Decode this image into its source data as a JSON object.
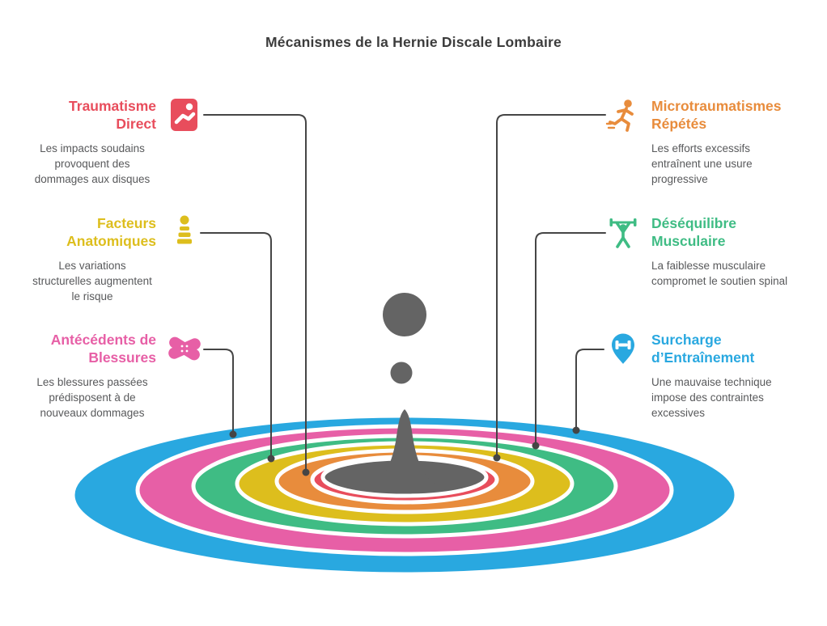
{
  "title": "Mécanismes de la Hernie Discale Lombaire",
  "items": [
    {
      "heading": "Traumatisme Direct",
      "description": "Les impacts soudains provoquent des dommages aux disques",
      "color": "#e84d5c",
      "icon": "falling-person-icon"
    },
    {
      "heading": "Facteurs Anatomiques",
      "description": "Les variations structurelles augmentent le risque",
      "color": "#ddbe1d",
      "icon": "spine-icon"
    },
    {
      "heading": "Antécédents de Blessures",
      "description": "Les blessures passées prédisposent à de nouveaux dommages",
      "color": "#e75fa6",
      "icon": "bandage-icon"
    },
    {
      "heading": "Microtraumatismes Répétés",
      "description": "Les efforts excessifs entraînent une usure progressive",
      "color": "#e88c3c",
      "icon": "running-person-icon"
    },
    {
      "heading": "Déséquilibre Musculaire",
      "description": "La faiblesse musculaire compromet le soutien spinal",
      "color": "#3fbc84",
      "icon": "weightlifter-icon"
    },
    {
      "heading": "Surcharge d’Entraînement",
      "description": "Une mauvaise technique impose des contraintes excessives",
      "color": "#29a8e0",
      "icon": "training-pin-icon"
    }
  ],
  "splash": {
    "droplet_color": "#646464",
    "connector_color": "#454545",
    "rings": [
      {
        "name": "ring-outer-blue",
        "color": "#29a8e0"
      },
      {
        "name": "ring-pink",
        "color": "#e75fa6"
      },
      {
        "name": "ring-green",
        "color": "#3fbc84"
      },
      {
        "name": "ring-yellow",
        "color": "#ddbe1d"
      },
      {
        "name": "ring-orange",
        "color": "#e88c3c"
      },
      {
        "name": "ring-red",
        "color": "#e84d5c"
      },
      {
        "name": "ring-center-gray",
        "color": "#646464"
      }
    ]
  }
}
